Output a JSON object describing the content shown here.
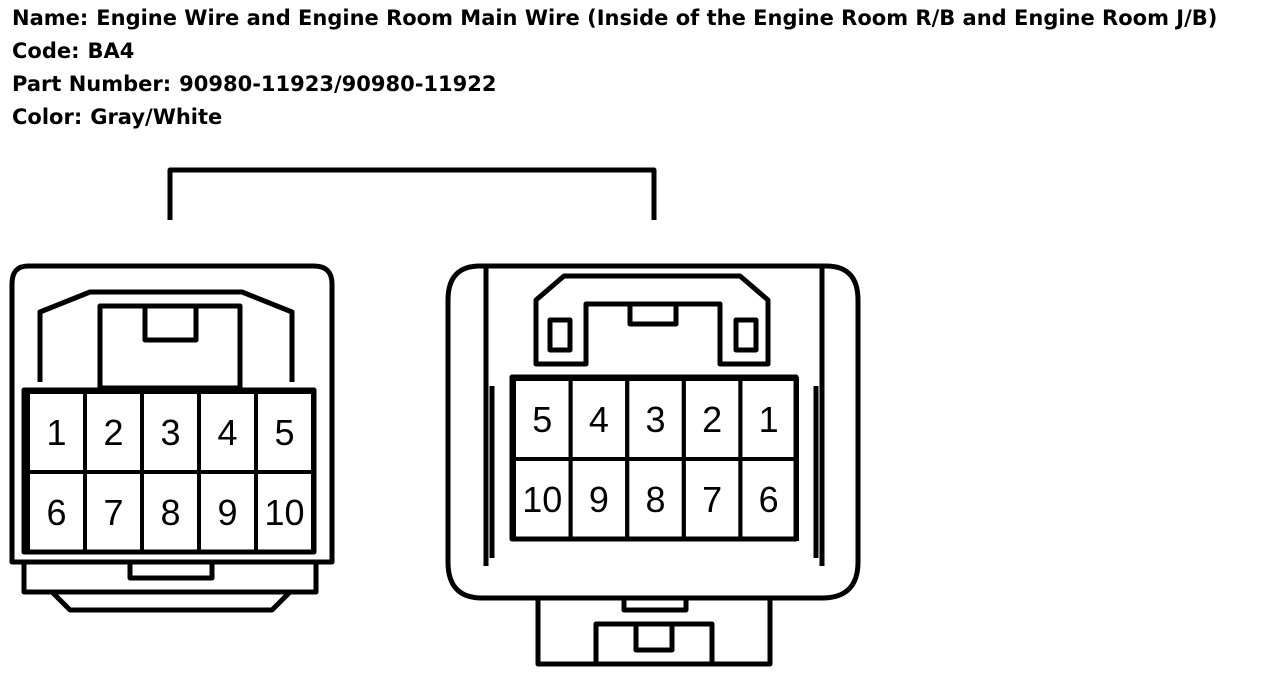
{
  "info": {
    "name_label": "Name:",
    "name_value": "Engine Wire and Engine Room Main Wire (Inside of the Engine Room R/B and Engine Room J/B)",
    "code_label": "Code:",
    "code_value": "BA4",
    "part_label": "Part Number:",
    "part_value": "90980-11923/90980-11922",
    "color_label": "Color:",
    "color_value": "Gray/White"
  },
  "left_connector": {
    "pins_top": [
      "1",
      "2",
      "3",
      "4",
      "5"
    ],
    "pins_bottom": [
      "6",
      "7",
      "8",
      "9",
      "10"
    ]
  },
  "right_connector": {
    "pins_top": [
      "5",
      "4",
      "3",
      "2",
      "1"
    ],
    "pins_bottom": [
      "10",
      "9",
      "8",
      "7",
      "6"
    ]
  }
}
